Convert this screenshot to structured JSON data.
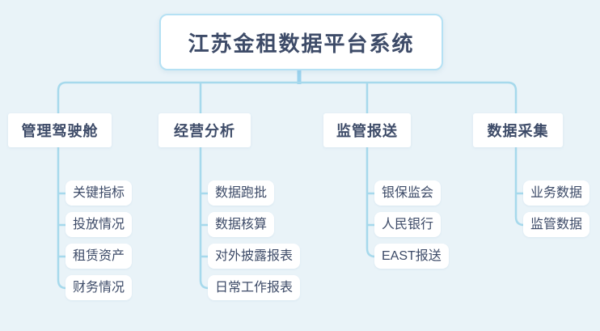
{
  "colors": {
    "background": "#e9f3f8",
    "connector": "#a6d9ec",
    "root_border": "#b5e1f4",
    "node_background": "#ffffff",
    "text": "#3d4b68"
  },
  "root": {
    "title": "江苏金租数据平台系统"
  },
  "branches": [
    {
      "label": "管理驾驶舱",
      "children": [
        "关键指标",
        "投放情况",
        "租赁资产",
        "财务情况"
      ]
    },
    {
      "label": "经营分析",
      "children": [
        "数据跑批",
        "数据核算",
        "对外披露报表",
        "日常工作报表"
      ]
    },
    {
      "label": "监管报送",
      "children": [
        "银保监会",
        "人民银行",
        "EAST报送"
      ]
    },
    {
      "label": "数据采集",
      "children": [
        "业务数据",
        "监管数据"
      ]
    }
  ]
}
